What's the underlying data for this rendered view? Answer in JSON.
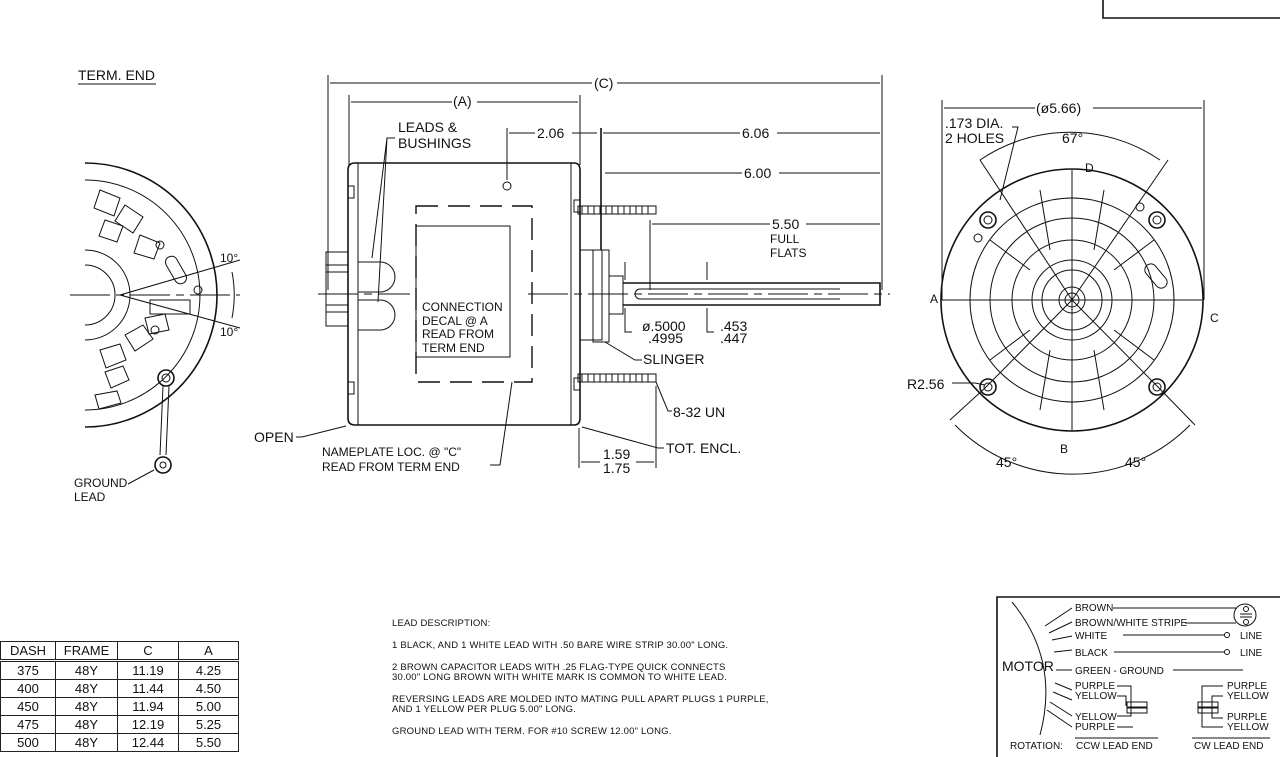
{
  "drawing": {
    "term_end_view": {
      "title": "TERM. END",
      "angle_top": "10°",
      "angle_bottom": "10°",
      "ground_lead": [
        "GROUND",
        "LEAD"
      ]
    },
    "side_view": {
      "dim_c": "(C)",
      "dim_a": "(A)",
      "leads_bushings": [
        "LEADS &",
        "BUSHINGS"
      ],
      "dim_2_06": "2.06",
      "dim_6_06": "6.06",
      "dim_6_00": "6.00",
      "dim_5_50": "5.50",
      "full_flats": [
        "FULL",
        "FLATS"
      ],
      "connection_decal": [
        "CONNECTION",
        "DECAL @ A",
        "READ FROM",
        "TERM END"
      ],
      "shaft_dia": [
        "ø.5000",
        ".4995"
      ],
      "flat_dim": [
        ".453",
        ".447"
      ],
      "slinger": "SLINGER",
      "stud": "8-32 UN",
      "open": "OPEN",
      "nameplate": [
        "NAMEPLATE LOC. @ \"C\"",
        "READ FROM TERM END"
      ],
      "tot_encl": "TOT. ENCL.",
      "stud_dims": [
        "1.59",
        "1.75"
      ]
    },
    "end_view": {
      "diameter": "(ø5.66)",
      "holes": [
        ".173 DIA.",
        "2 HOLES"
      ],
      "angle_top": "67°",
      "label_d": "D",
      "label_a": "A",
      "label_c": "C",
      "label_b": "B",
      "radius": "R2.56",
      "angle_left": "45°",
      "angle_right": "45°"
    }
  },
  "dash_table": {
    "headers": [
      "DASH",
      "FRAME",
      "C",
      "A"
    ],
    "rows": [
      [
        "375",
        "48Y",
        "11.19",
        "4.25"
      ],
      [
        "400",
        "48Y",
        "11.44",
        "4.50"
      ],
      [
        "450",
        "48Y",
        "11.94",
        "5.00"
      ],
      [
        "475",
        "48Y",
        "12.19",
        "5.25"
      ],
      [
        "500",
        "48Y",
        "12.44",
        "5.50"
      ]
    ]
  },
  "lead_description": {
    "title": "LEAD DESCRIPTION:",
    "items": [
      "1 BLACK, AND 1 WHITE LEAD WITH .50 BARE WIRE STRIP 30.00\" LONG.",
      "2 BROWN CAPACITOR LEADS WITH .25 FLAG-TYPE QUICK CONNECTS\n30.00\" LONG BROWN WITH WHITE MARK IS COMMON TO WHITE LEAD.",
      "REVERSING LEADS ARE MOLDED INTO MATING PULL APART PLUGS 1 PURPLE,\nAND 1 YELLOW PER PLUG 5.00\" LONG.",
      "GROUND LEAD WITH TERM. FOR #10 SCREW 12.00\" LONG."
    ]
  },
  "wiring": {
    "motor": "MOTOR",
    "leads": [
      "BROWN",
      "BROWN/WHITE STRIPE",
      "WHITE",
      "BLACK",
      "GREEN - GROUND"
    ],
    "line": [
      "LINE",
      "LINE"
    ],
    "ccw_leads": [
      "PURPLE",
      "YELLOW",
      "YELLOW",
      "PURPLE"
    ],
    "cw_leads": [
      "PURPLE",
      "YELLOW",
      "PURPLE",
      "YELLOW"
    ],
    "rotation": "ROTATION:",
    "ccw": "CCW LEAD END",
    "cw": "CW LEAD END"
  }
}
